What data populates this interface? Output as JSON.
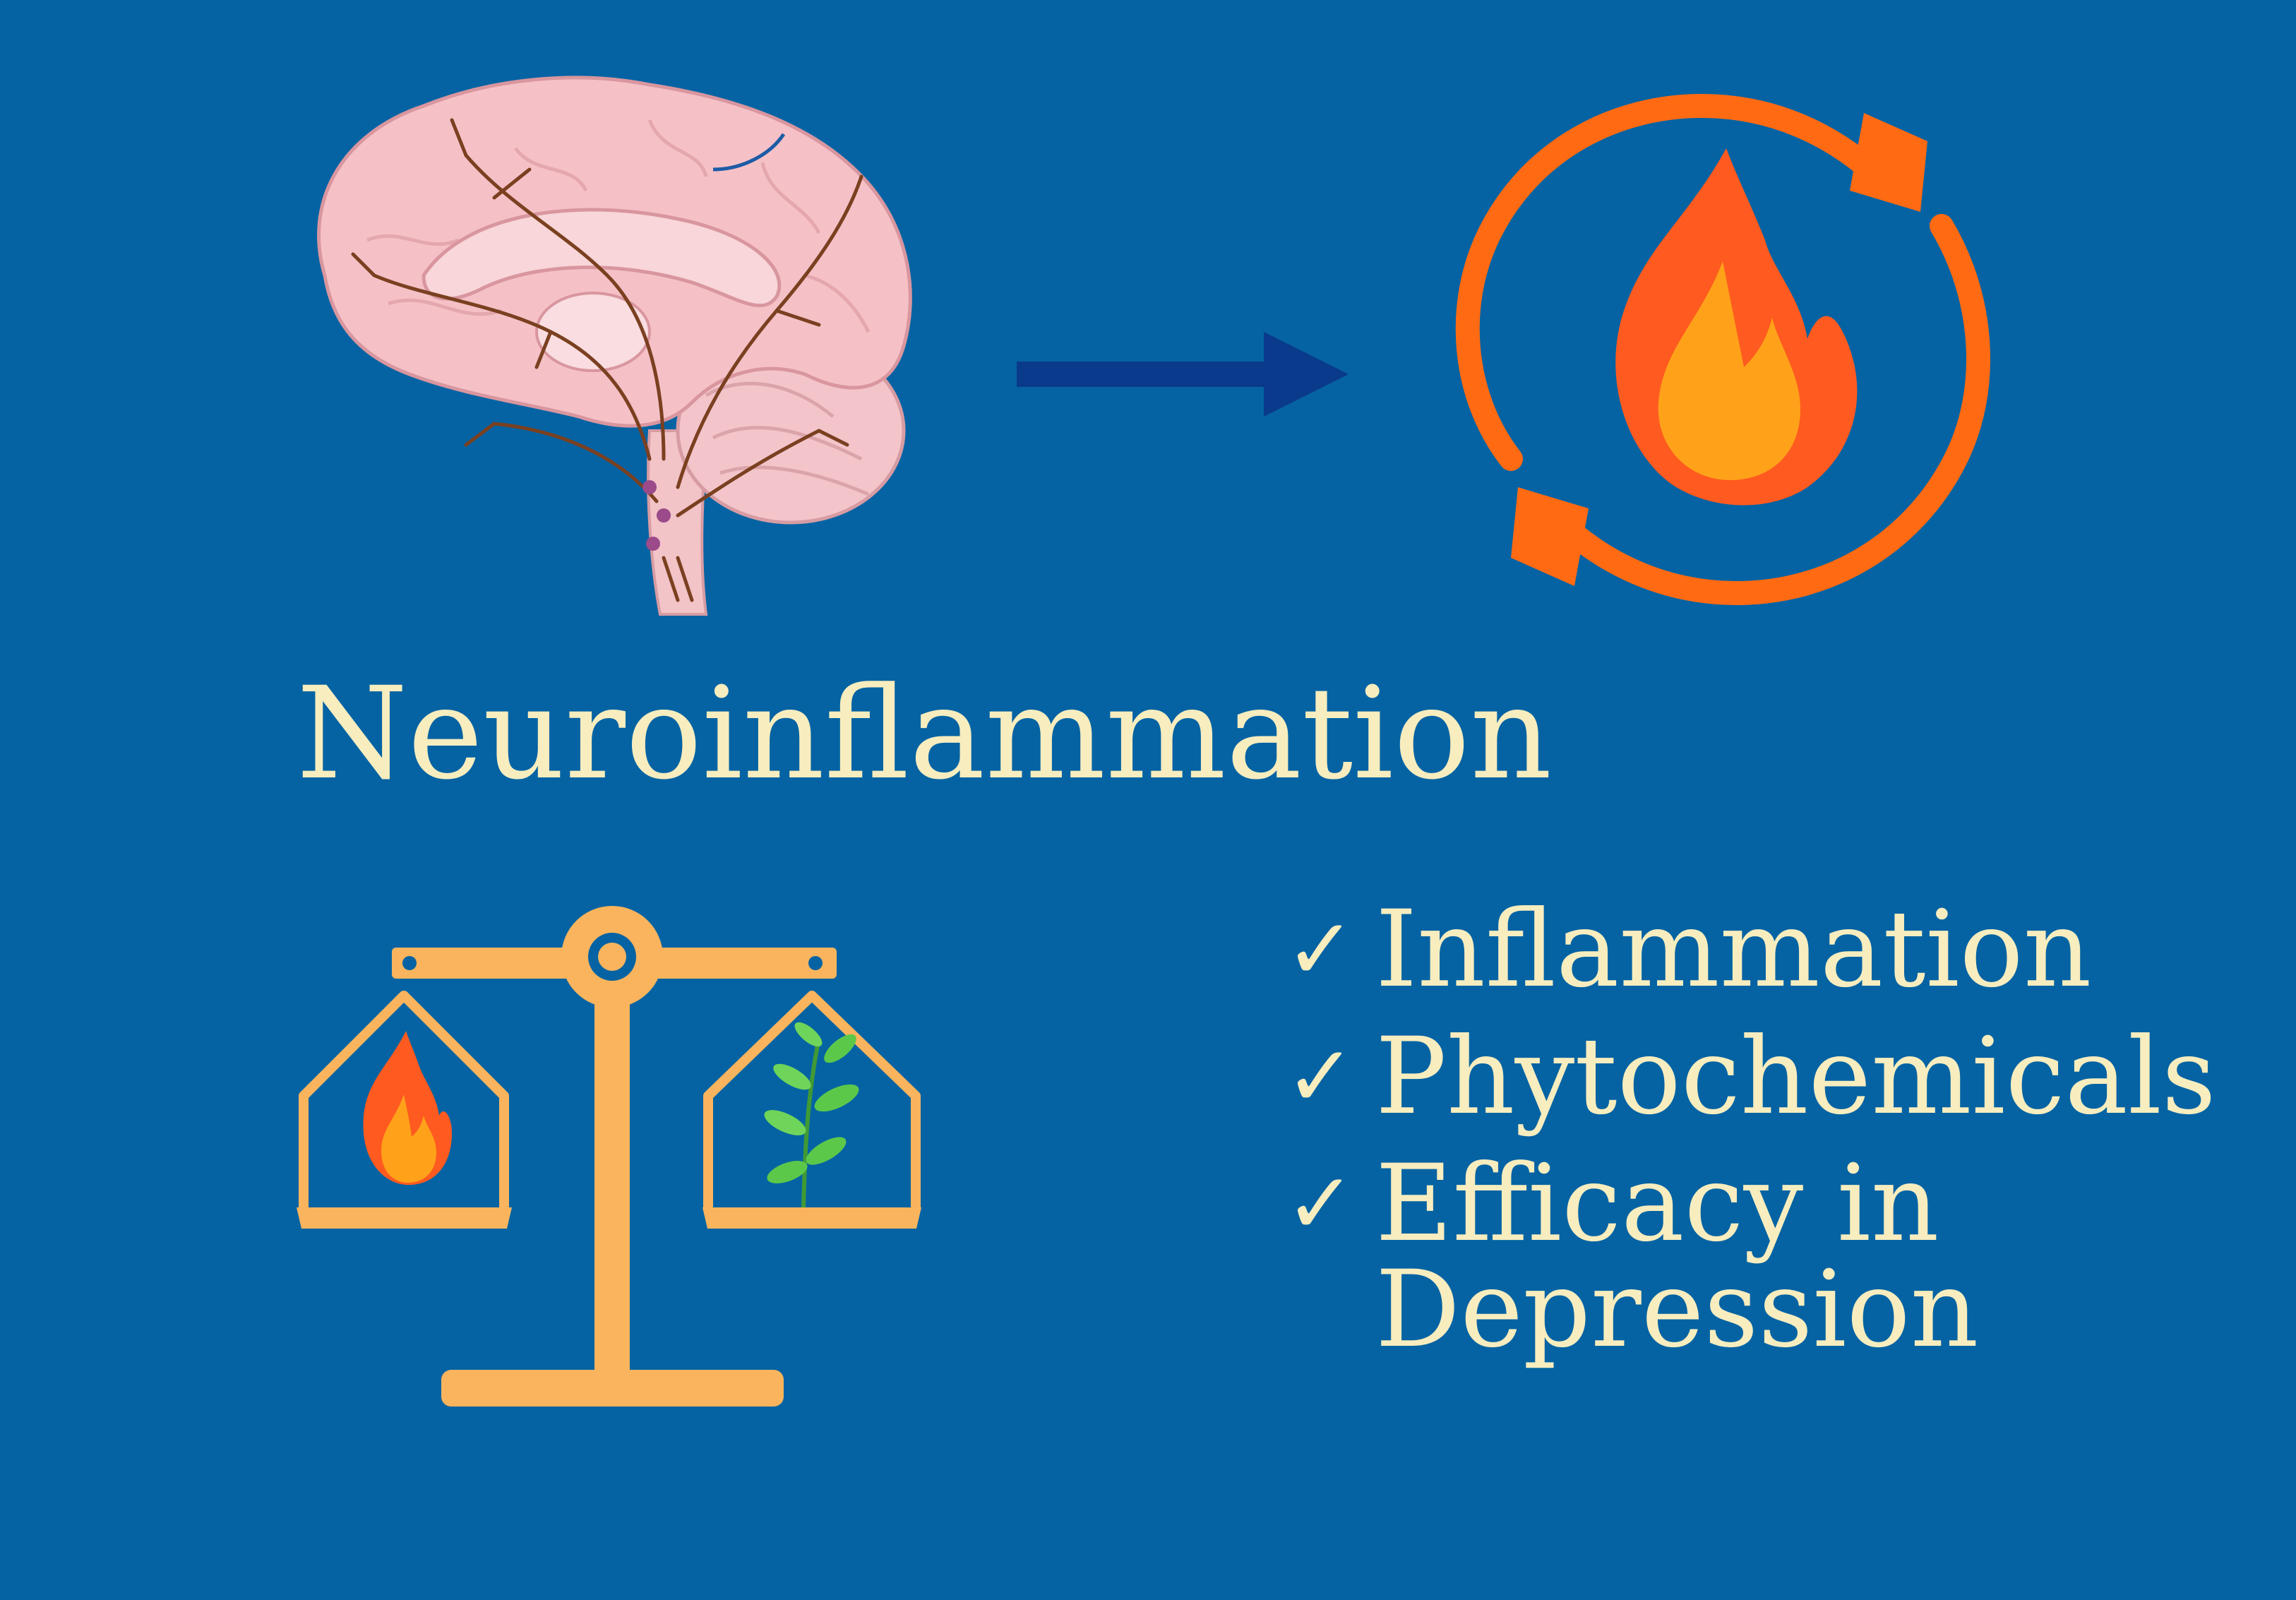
{
  "title": "Neuroinflammation",
  "checklist": [
    {
      "check": "✓",
      "label": "Inflammation"
    },
    {
      "check": "✓",
      "label": "Phytochemicals"
    },
    {
      "check": "✓",
      "label": "Efficacy in Depression"
    }
  ],
  "colors": {
    "background": "#0563a3",
    "text": "#f7edbf",
    "arrow": "#0a3a8c",
    "cycle": "#ff6a13",
    "flame_outer": "#ff5a1f",
    "flame_inner": "#ffa21a",
    "scale": "#f9b45d",
    "leaf": "#5cc84a",
    "brain": "#f4bcc3",
    "nerve": "#7a4020"
  },
  "icons": [
    "brain-illustration",
    "arrow-right-icon",
    "cycle-arrows-icon",
    "flame-icon",
    "balance-scale-icon",
    "plant-icon"
  ]
}
